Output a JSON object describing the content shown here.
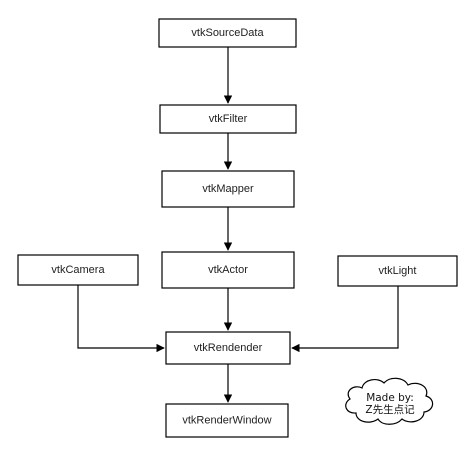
{
  "nodes": {
    "source_data": "vtkSourceData",
    "filter": "vtkFilter",
    "mapper": "vtkMapper",
    "camera": "vtkCamera",
    "actor": "vtkActor",
    "light": "vtkLight",
    "renderer": "vtkRendender",
    "render_window": "vtkRenderWindow"
  },
  "watermark": {
    "line1": "Made by:",
    "line2": "Z先生点记"
  },
  "edges": [
    {
      "from": "source_data",
      "to": "filter"
    },
    {
      "from": "filter",
      "to": "mapper"
    },
    {
      "from": "mapper",
      "to": "actor"
    },
    {
      "from": "camera",
      "to": "renderer"
    },
    {
      "from": "actor",
      "to": "renderer"
    },
    {
      "from": "light",
      "to": "renderer"
    },
    {
      "from": "renderer",
      "to": "render_window"
    }
  ]
}
